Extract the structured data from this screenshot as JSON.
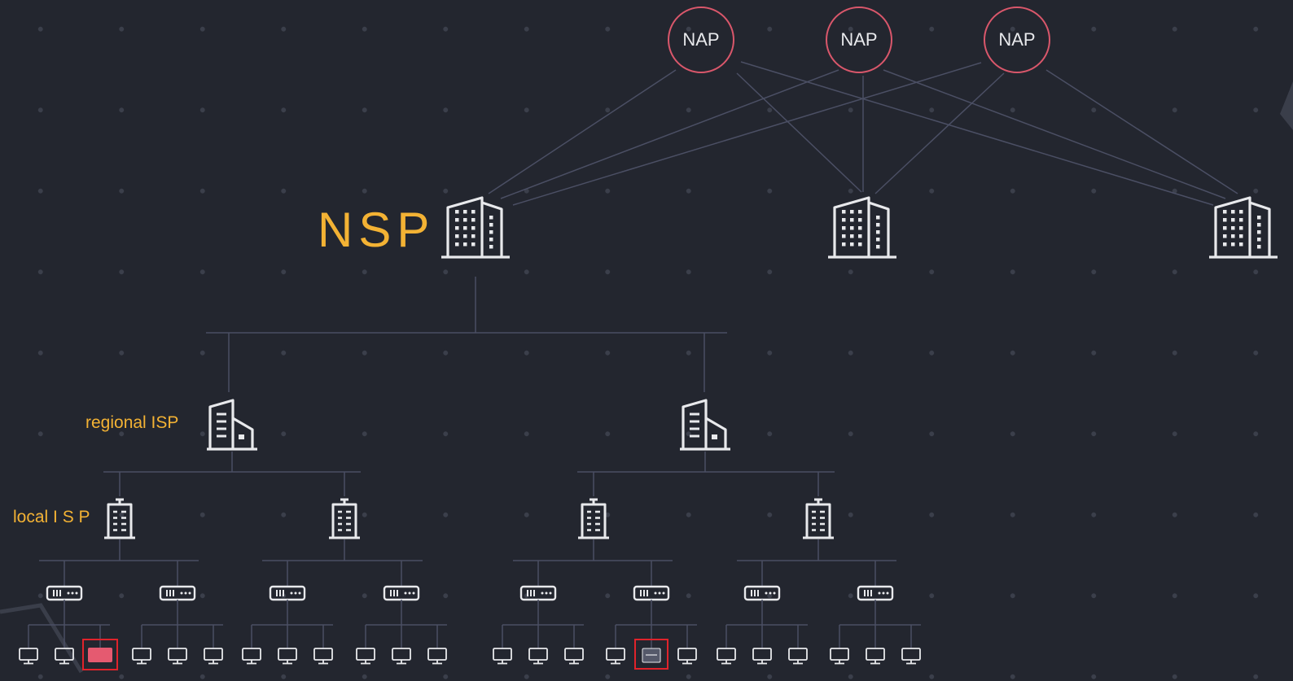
{
  "labels": {
    "nsp": "NSP",
    "regional": "regional ISP",
    "local": "local I S P"
  },
  "naps": [
    "NAP",
    "NAP",
    "NAP"
  ],
  "colors": {
    "background": "#23262f",
    "accent_label": "#f3b234",
    "nap_border": "#d9576b",
    "icon": "#e8e9ec",
    "line": "#4b4f64",
    "highlight_box": "#e0232b",
    "highlight_fill": "#e55a70"
  },
  "nodes": {
    "nsp_count": 3,
    "regional_isp_count": 2,
    "local_isp_count": 4,
    "router_count": 8,
    "computer_count": 24
  },
  "icons": {
    "nap": "nap-circle",
    "nsp": "office-building-icon",
    "regional": "building-icon",
    "local": "server-tower-icon",
    "router": "router-icon",
    "computer": "monitor-icon"
  }
}
